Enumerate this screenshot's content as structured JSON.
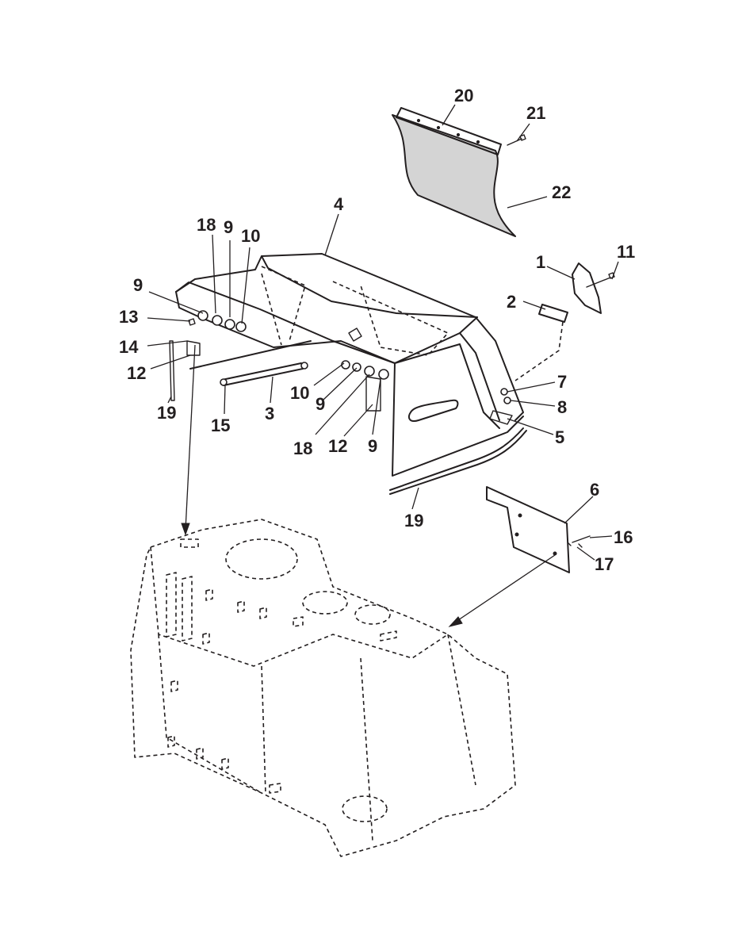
{
  "colors": {
    "ink": "#231f20",
    "panel_fill": "#d4d4d4",
    "background": "#ffffff"
  },
  "callouts": {
    "c1": "1",
    "c2": "2",
    "c3": "3",
    "c4": "4",
    "c5": "5",
    "c6": "6",
    "c7": "7",
    "c8": "8",
    "c9_a": "9",
    "c9_b": "9",
    "c9_c": "9",
    "c9_d": "9",
    "c10_a": "10",
    "c10_b": "10",
    "c11": "11",
    "c12_a": "12",
    "c12_b": "12",
    "c13": "13",
    "c14": "14",
    "c15": "15",
    "c16": "16",
    "c17": "17",
    "c18_a": "18",
    "c18_b": "18",
    "c19_a": "19",
    "c19_b": "19",
    "c20": "20",
    "c21": "21",
    "c22": "22"
  },
  "parts": {
    "hood": "hood-part",
    "tank": "reference-frame-dashed",
    "flap": "rubber-flap",
    "side_plate": "side-plate"
  }
}
